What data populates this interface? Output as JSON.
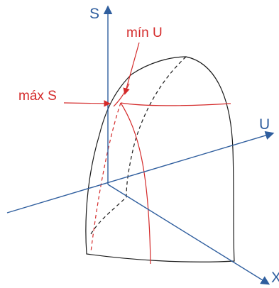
{
  "axes": {
    "s_label": "S",
    "u_label": "U",
    "x_label": "X"
  },
  "annotations": {
    "min_u": "mín U",
    "max_s": "máx S"
  },
  "colors": {
    "axis": "#2f5e9e",
    "annotation": "#d42a2a",
    "surface_outline": "#1a1a1a",
    "constraint_curve": "#d42a2a"
  }
}
